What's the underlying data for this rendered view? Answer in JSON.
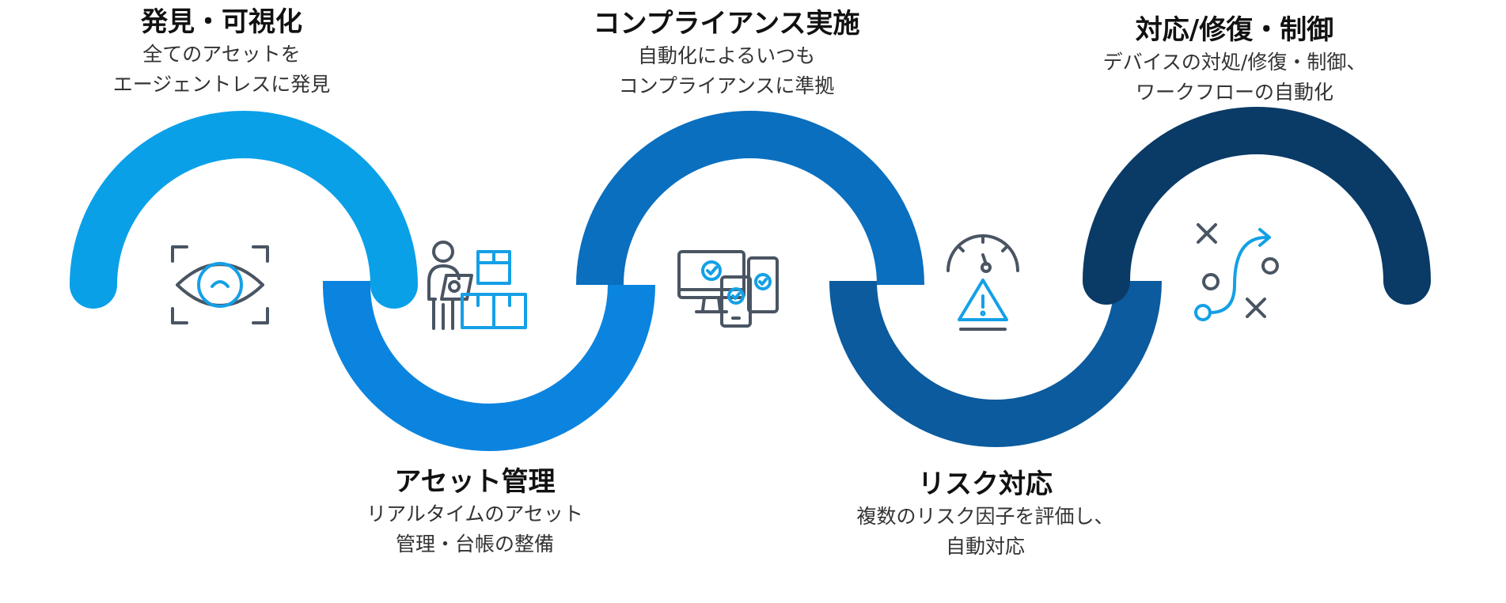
{
  "colors": {
    "stage1": "#0AA0E8",
    "stage2": "#0B84DF",
    "stage3": "#0A6FBF",
    "stage4": "#0B5B9E",
    "stage5": "#0B4A80",
    "stage6": "#0A3A66",
    "icon_gray": "#4A5563",
    "icon_blue": "#14A0E6"
  },
  "steps": [
    {
      "title": "発見・可視化",
      "desc": [
        "全てのアセットを",
        "エージェントレスに発見"
      ],
      "icon": "eye-scan-icon"
    },
    {
      "title": "アセット管理",
      "desc": [
        "リアルタイムのアセット",
        "管理・台帳の整備"
      ],
      "icon": "inventory-person-boxes-icon"
    },
    {
      "title": "コンプライアンス実施",
      "desc": [
        "自動化によるいつも",
        "コンプライアンスに準拠"
      ],
      "icon": "devices-check-icon"
    },
    {
      "title": "リスク対応",
      "desc": [
        "複数のリスク因子を評価し、",
        "自動対応"
      ],
      "icon": "risk-gauge-warning-icon"
    },
    {
      "title": "対応/修復・制御",
      "desc": [
        "デバイスの対処/修復・制御、",
        "ワークフローの自動化"
      ],
      "icon": "strategy-workflow-icon"
    }
  ]
}
